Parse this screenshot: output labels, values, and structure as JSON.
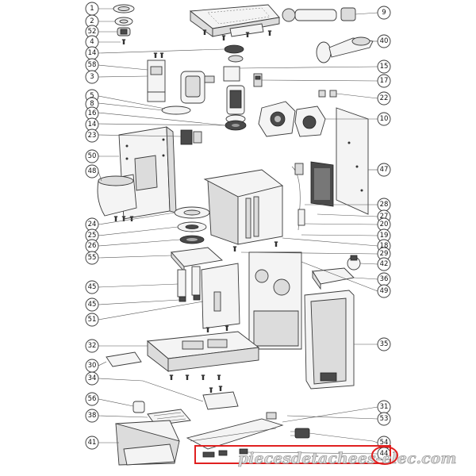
{
  "callouts_left": [
    "1",
    "2",
    "52",
    "4",
    "14",
    "58",
    "3",
    "5",
    "8",
    "16",
    "14",
    "23",
    "50",
    "48",
    "24",
    "25",
    "26",
    "55",
    "45",
    "45",
    "51",
    "32",
    "30",
    "34",
    "56",
    "38",
    "41"
  ],
  "callouts_right": [
    "9",
    "40",
    "15",
    "17",
    "22",
    "10",
    "47",
    "28",
    "27",
    "20",
    "19",
    "18",
    "29",
    "42",
    "36",
    "49",
    "35",
    "31",
    "53",
    "54",
    "44"
  ],
  "watermark": "piecesdetachees-elec.com",
  "highlight_color": "#e02020"
}
